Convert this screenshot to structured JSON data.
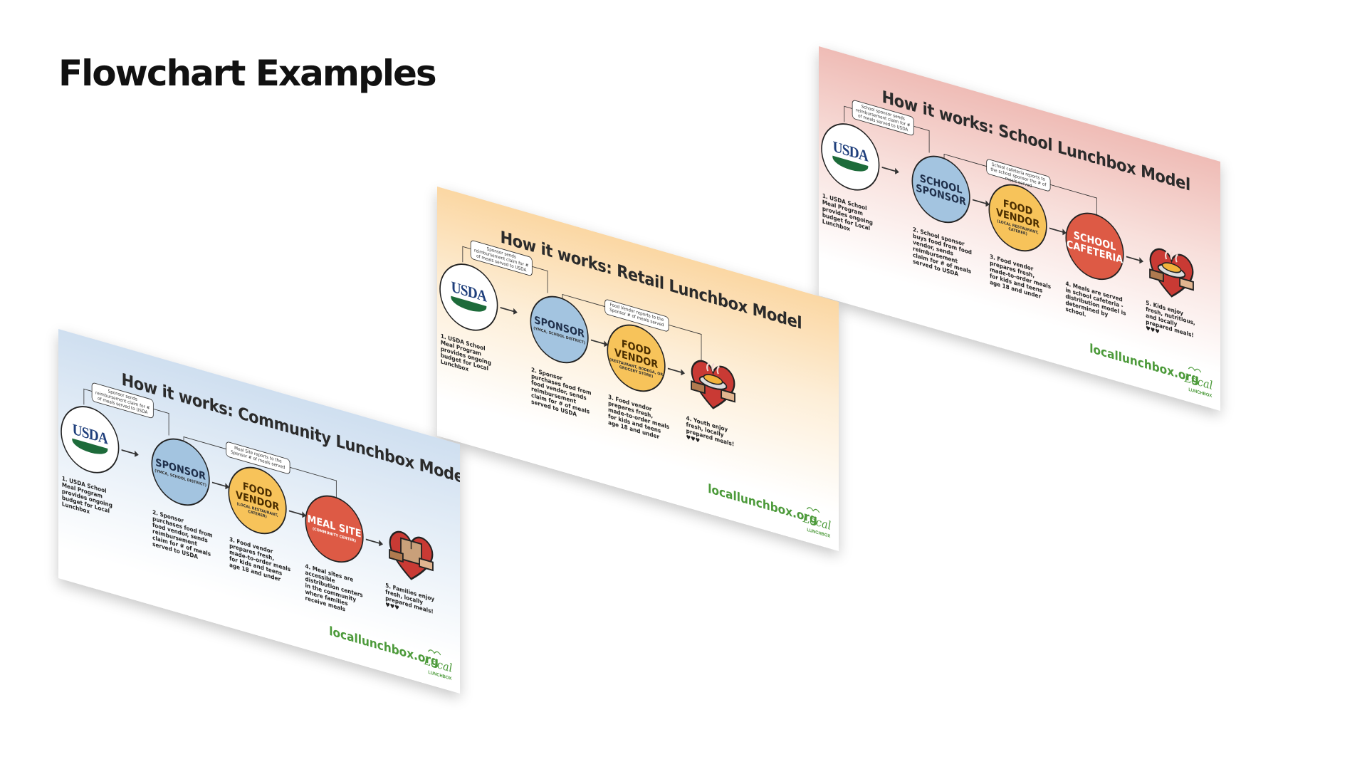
{
  "page": {
    "title": "Flowchart Examples"
  },
  "cards": {
    "school": {
      "title": "How it works: School Lunchbox Model",
      "callouts": [
        "School sponsor sends reimbursement claim for # of meals served to USDA",
        "School cafeteria reports to the school sponsor the # of meals served"
      ],
      "stages": [
        {
          "label": "USDA",
          "note": ""
        },
        {
          "label": "SCHOOL SPONSOR",
          "note": ""
        },
        {
          "label": "FOOD VENDOR",
          "note": "(LOCAL RESTAURANT, CATERER)"
        },
        {
          "label": "SCHOOL CAFETERIA",
          "note": ""
        }
      ],
      "steps": [
        "1. USDA School Meal Program provides ongoing budget for Local Lunchbox",
        "2. School sponsor buys food from food vendor, sends reimbursement claim for # of meals served to USDA",
        "3. Food vendor prepares fresh, made-to-order meals for kids and teens age 18 and under",
        "4. Meals are served in school cafeteria - distribution model is determined by school.",
        "5. Kids enjoy fresh, nutritious, and locally prepared meals! ♥♥♥"
      ],
      "illustration": "meal-tray-heart-icon",
      "url": "locallunchbox.org",
      "logo": {
        "line1": "Local",
        "line2": "LUNCHBOX"
      }
    },
    "retail": {
      "title": "How it works: Retail Lunchbox Model",
      "callouts": [
        "Sponsor sends reimbursement claim for # of meals served to USDA",
        "Food Vendor reports to the Sponsor # of meals served"
      ],
      "stages": [
        {
          "label": "USDA",
          "note": ""
        },
        {
          "label": "SPONSOR",
          "note": "(YMCA, SCHOOL DISTRICT)"
        },
        {
          "label": "FOOD VENDOR",
          "note": "(RESTAURANT, BODEGA, OR GROCERY STORE)"
        }
      ],
      "steps": [
        "1. USDA School Meal Program provides ongoing budget for Local Lunchbox",
        "2. Sponsor purchases food from food vendor, sends reimbursement claim for # of meals served to USDA",
        "3. Food vendor prepares fresh, made-to-order meals for kids and teens age 18 and under",
        "4. Youth enjoy fresh, locally prepared meals! ♥♥♥"
      ],
      "illustration": "meal-tray-heart-icon",
      "url": "locallunchbox.org",
      "logo": {
        "line1": "Local",
        "line2": "LUNCHBOX"
      }
    },
    "community": {
      "title": "How it works: Community Lunchbox Model",
      "callouts": [
        "Sponsor sends reimbursement claim for # of meals served to USDA",
        "Meal Site reports to the Sponsor # of meals served"
      ],
      "stages": [
        {
          "label": "USDA",
          "note": ""
        },
        {
          "label": "SPONSOR",
          "note": "(YMCA, SCHOOL DISTRICT)"
        },
        {
          "label": "FOOD VENDOR",
          "note": "(LOCAL RESTAURANT, CATERER)"
        },
        {
          "label": "MEAL SITE",
          "note": "(COMMUNITY CENTER)"
        }
      ],
      "steps": [
        "1. USDA School Meal Program provides ongoing budget for Local Lunchbox",
        "2. Sponsor purchases food from food vendor, sends reimbursement claim for # of meals served to USDA",
        "3. Food vendor prepares fresh, made-to-order meals for kids and teens age 18 and under",
        "4. Meal sites are accessible distribution centers in the community where families receive meals",
        "5. Families enjoy fresh, locally prepared meals! ♥♥♥"
      ],
      "illustration": "meal-box-heart-icon",
      "url": "locallunchbox.org",
      "logo": {
        "line1": "Local",
        "line2": "LUNCHBOX"
      }
    }
  }
}
